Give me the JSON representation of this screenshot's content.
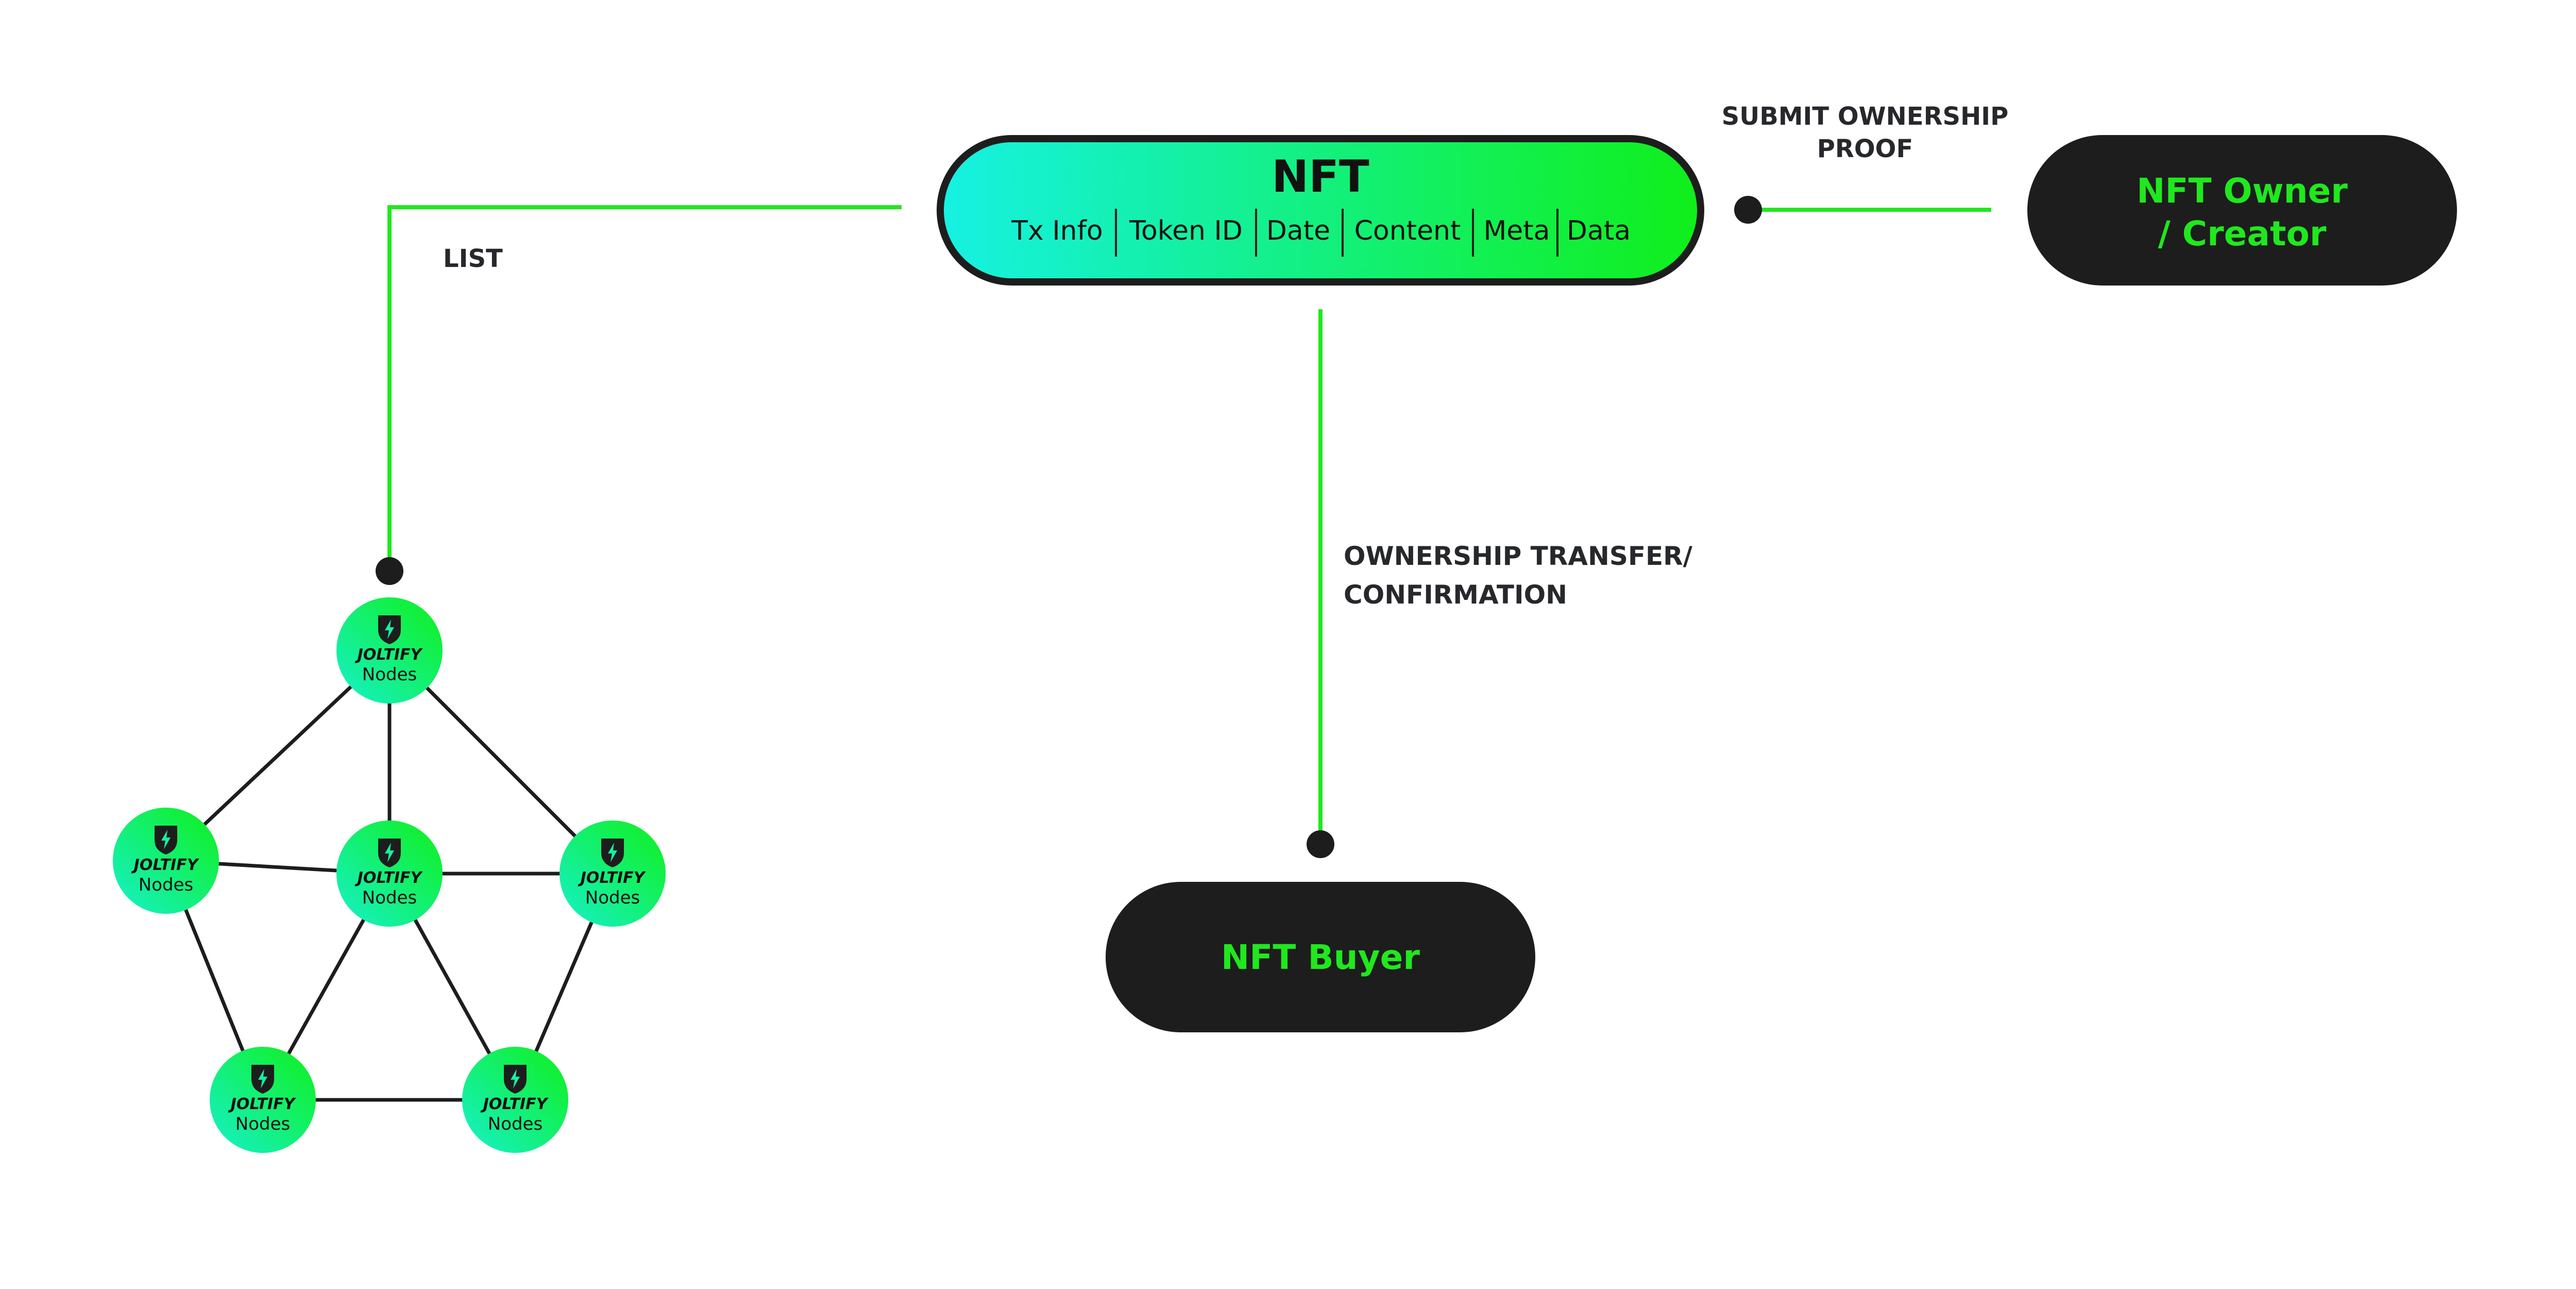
{
  "nft_card": {
    "title": "NFT",
    "fields": [
      "Tx Info",
      "Token ID",
      "Date",
      "Content",
      "Meta",
      "Data"
    ]
  },
  "labels": {
    "list": "LIST",
    "submit_line1": "SUBMIT OWNERSHIP",
    "submit_line2": "PROOF",
    "transfer_line1": "OWNERSHIP TRANSFER/",
    "transfer_line2": "CONFIRMATION"
  },
  "owner_box": {
    "line1": "NFT Owner",
    "line2": "/ Creator"
  },
  "buyer_box": {
    "label": "NFT Buyer"
  },
  "network": {
    "nodes": [
      {
        "id": "top",
        "brand": "JOLTIFY",
        "sub": "Nodes"
      },
      {
        "id": "left",
        "brand": "JOLTIFY",
        "sub": "Nodes"
      },
      {
        "id": "center",
        "brand": "JOLTIFY",
        "sub": "Nodes"
      },
      {
        "id": "right",
        "brand": "JOLTIFY",
        "sub": "Nodes"
      },
      {
        "id": "bottom-left",
        "brand": "JOLTIFY",
        "sub": "Nodes"
      },
      {
        "id": "bottom-right",
        "brand": "JOLTIFY",
        "sub": "Nodes"
      }
    ],
    "edges": [
      [
        "top",
        "left"
      ],
      [
        "top",
        "center"
      ],
      [
        "top",
        "right"
      ],
      [
        "left",
        "center"
      ],
      [
        "center",
        "right"
      ],
      [
        "left",
        "bottom-left"
      ],
      [
        "center",
        "bottom-left"
      ],
      [
        "center",
        "bottom-right"
      ],
      [
        "right",
        "bottom-right"
      ],
      [
        "bottom-left",
        "bottom-right"
      ]
    ]
  },
  "colors": {
    "accent_green": "#20e81e",
    "gradient_start": "#16f1e3",
    "gradient_end": "#10ef1a",
    "dark_fill": "#1d1d1d",
    "text_dark": "#26282b"
  }
}
